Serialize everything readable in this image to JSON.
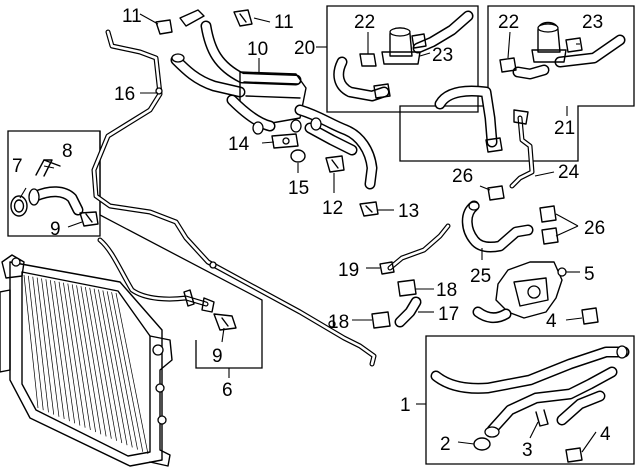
{
  "diagram": {
    "callouts": [
      {
        "id": "c1",
        "text": "1"
      },
      {
        "id": "c2",
        "text": "2"
      },
      {
        "id": "c3",
        "text": "3"
      },
      {
        "id": "c4a",
        "text": "4"
      },
      {
        "id": "c4b",
        "text": "4"
      },
      {
        "id": "c5",
        "text": "5"
      },
      {
        "id": "c6",
        "text": "6"
      },
      {
        "id": "c7",
        "text": "7"
      },
      {
        "id": "c8",
        "text": "8"
      },
      {
        "id": "c9a",
        "text": "9"
      },
      {
        "id": "c9b",
        "text": "9"
      },
      {
        "id": "c10",
        "text": "10"
      },
      {
        "id": "c11a",
        "text": "11"
      },
      {
        "id": "c11b",
        "text": "11"
      },
      {
        "id": "c12",
        "text": "12"
      },
      {
        "id": "c13",
        "text": "13"
      },
      {
        "id": "c14",
        "text": "14"
      },
      {
        "id": "c15",
        "text": "15"
      },
      {
        "id": "c16",
        "text": "16"
      },
      {
        "id": "c17",
        "text": "17"
      },
      {
        "id": "c18a",
        "text": "18"
      },
      {
        "id": "c18b",
        "text": "18"
      },
      {
        "id": "c19",
        "text": "19"
      },
      {
        "id": "c20",
        "text": "20"
      },
      {
        "id": "c21",
        "text": "21"
      },
      {
        "id": "c22a",
        "text": "22"
      },
      {
        "id": "c22b",
        "text": "22"
      },
      {
        "id": "c23a",
        "text": "23"
      },
      {
        "id": "c23b",
        "text": "23"
      },
      {
        "id": "c24",
        "text": "24"
      },
      {
        "id": "c25",
        "text": "25"
      },
      {
        "id": "c26a",
        "text": "26"
      },
      {
        "id": "c26b",
        "text": "26"
      }
    ]
  }
}
